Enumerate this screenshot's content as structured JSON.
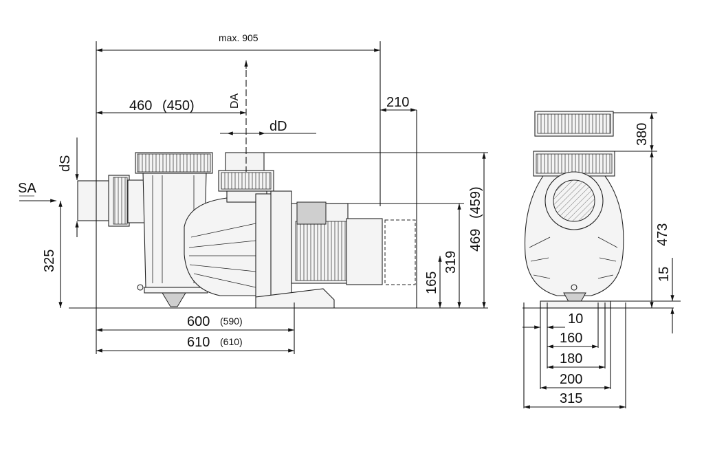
{
  "dimensions": {
    "max_length": "max. 905",
    "len_460": "460",
    "len_450": "(450)",
    "len_210": "210",
    "dA": "DA",
    "dD": "dD",
    "dS": "dS",
    "SA": "SA",
    "h_325": "325",
    "h_165": "165",
    "h_319": "319",
    "h_469": "469",
    "h_459": "(459)",
    "w_600": "600",
    "w_590": "(590)",
    "w_610": "610",
    "w_610b": "(610)"
  },
  "side_view": {
    "h_380": "380",
    "h_473": "473",
    "h_15": "15",
    "w_10": "10",
    "w_160": "160",
    "w_180": "180",
    "w_200": "200",
    "w_315": "315"
  }
}
